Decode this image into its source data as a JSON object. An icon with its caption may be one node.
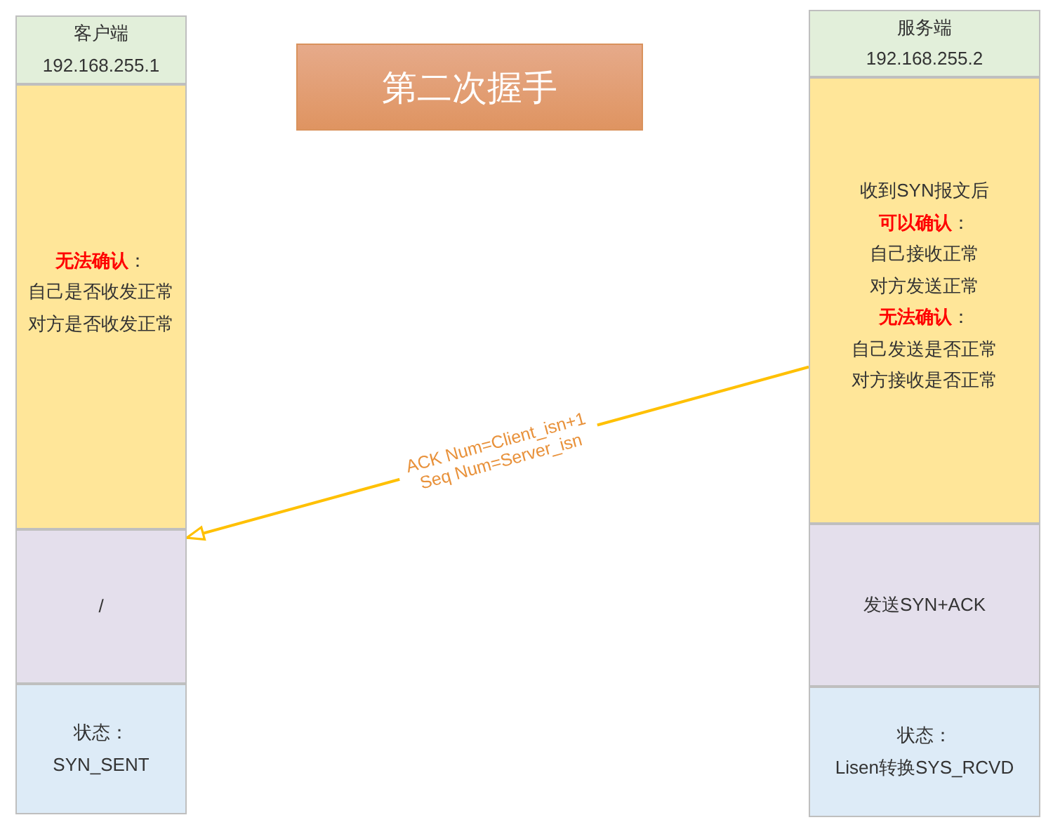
{
  "diagram": {
    "title": "第二次握手",
    "nodes": [
      {
        "text": [
          "客户端",
          "192.168.255.1"
        ]
      },
      {
        "text": [
          "**无法确认**：",
          "自己是否收发正常",
          "对方是否收发正常"
        ]
      },
      {
        "text": [
          "/"
        ]
      },
      {
        "text": [
          "状态：",
          "SYN_SENT"
        ]
      },
      {
        "text": [
          "服务端",
          "192.168.255.2"
        ]
      },
      {
        "text": [
          "收到SYN报文后",
          "**可以确认**：",
          "自己接收正常",
          "对方发送正常",
          "**无法确认**：",
          "自己发送是否正常",
          "对方接收是否正常"
        ]
      },
      {
        "text": [
          "发送SYN+ACK"
        ]
      },
      {
        "text": [
          "状态：",
          "Lisen转换SYS_RCVD"
        ]
      }
    ],
    "edges": [
      {
        "from": 5,
        "to": 2,
        "arrow": "to",
        "label": "ACK Num=Client_isn+1 Seq Num=Server_isn"
      }
    ]
  }
}
